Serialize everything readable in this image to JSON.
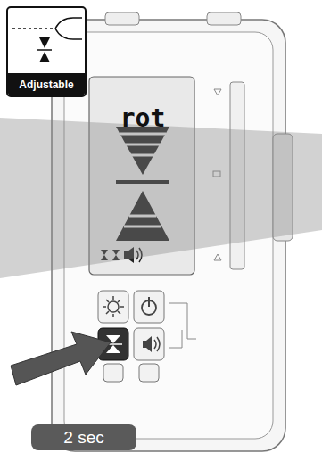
{
  "diagram": {
    "nodes": [
      {
        "text": [
          "Adjustable"
        ]
      },
      {
        "text": [
          "rot"
        ]
      },
      {
        "text": [
          "2 sec"
        ]
      }
    ]
  }
}
